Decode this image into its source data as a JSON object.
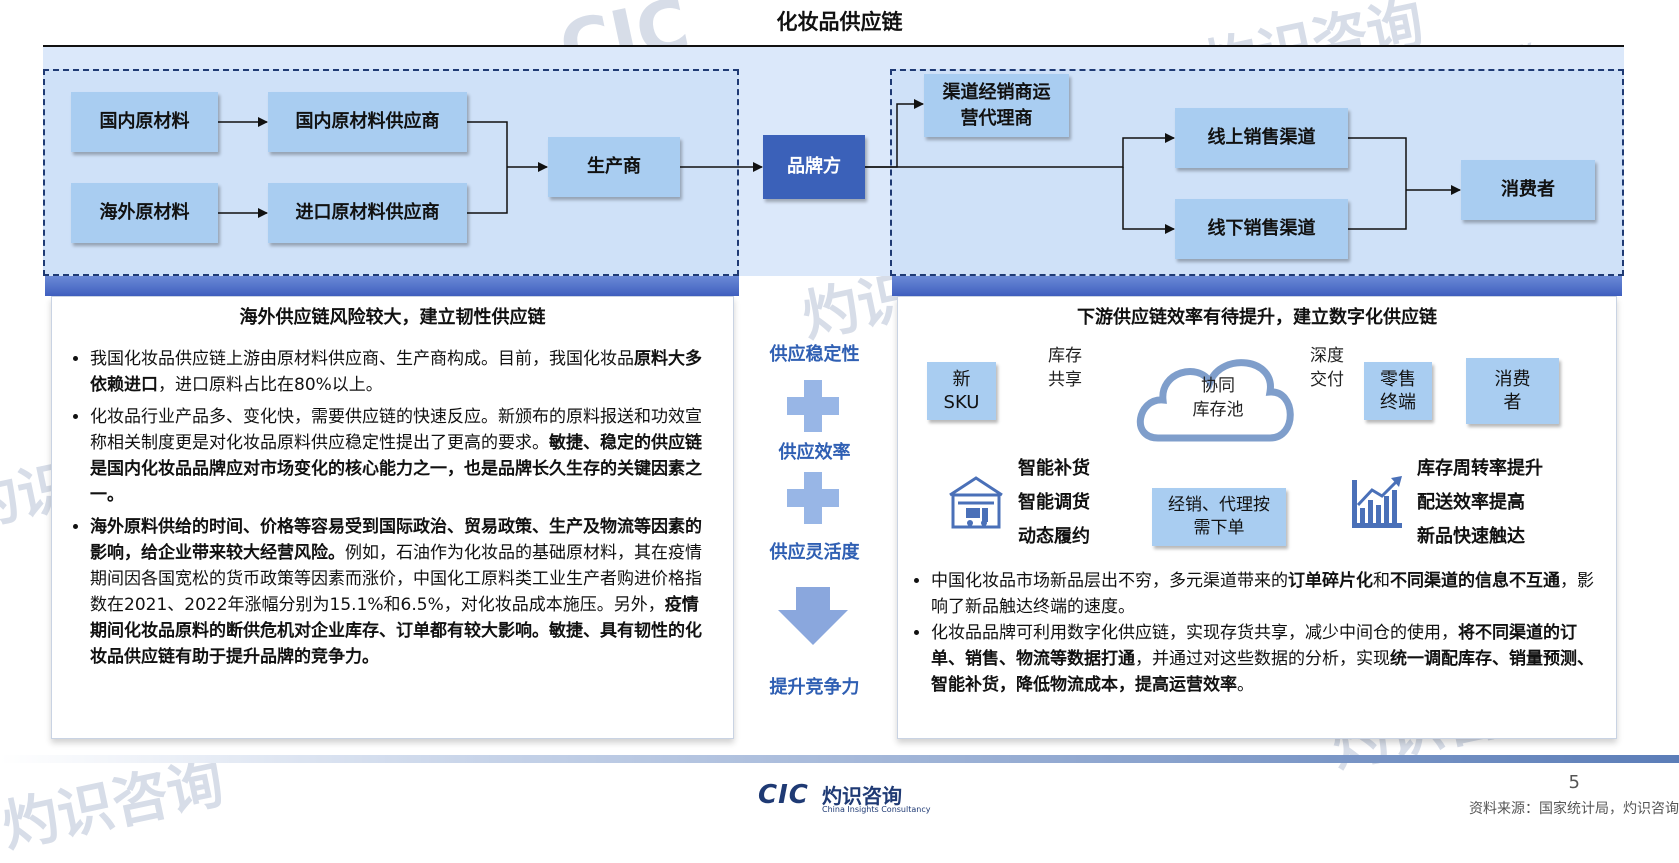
{
  "page": {
    "title": "化妆品供应链",
    "page_number": "5",
    "source": "资料来源：国家统计局，灼识咨询"
  },
  "watermark": {
    "cn": "灼识咨询",
    "en": "China Insights Consultancy",
    "mark": "CIC"
  },
  "logo": {
    "mark": "CIC",
    "cn": "灼识咨询",
    "en": "China Insights Consultancy"
  },
  "flow": {
    "domestic_raw": "国内原材料",
    "domestic_supplier": "国内原材料供应商",
    "overseas_raw": "海外原材料",
    "import_supplier": "进口原材料供应商",
    "manufacturer": "生产商",
    "brand": "品牌方",
    "distributor": "渠道经销商运营代理商",
    "online": "线上销售渠道",
    "offline": "线下销售渠道",
    "consumer": "消费者"
  },
  "left_card": {
    "title": "海外供应链风险较大，建立韧性供应链",
    "b1_a": "我国化妆品供应链上游由原材料供应商、生产商构成。目前，我国化妆品",
    "b1_b": "原料大多依赖进口",
    "b1_c": "，进口原料占比在80%以上。",
    "b2_a": "化妆品行业产品多、变化快，需要供应链的快速反应。新颁布的原料报送和功效宣称相关制度更是对化妆品原料供应稳定性提出了更高的要求。",
    "b2_b": "敏捷、稳定的供应链是国内化妆品品牌应对市场变化的核心能力之一，也是品牌长久生存的关键因素之一。",
    "b3_a": "海外原料供给的时间、价格等容易受到国际政治、贸易政策、生产及物流等因素的影响，给企业带来较大经营风险。",
    "b3_b": "例如，石油作为化妆品的基础原材料，其在疫情期间因各国宽松的货币政策等因素而涨价，中国化工原料类工业生产者购进价格指数在2021、2022年涨幅分别为15.1%和6.5%，对化妆品成本施压。另外，",
    "b3_c": "疫情期间化妆品原料的断供危机对企业库存、订单都有较大影响。敏捷、具有韧性的化妆品供应链有助于提升品牌的竞争力。"
  },
  "middle": {
    "a": "供应稳定性",
    "b": "供应效率",
    "c": "供应灵活度",
    "d": "提升竞争力"
  },
  "right_card": {
    "title": "下游供应链效率有待提升，建立数字化供应链",
    "new_sku_1": "新",
    "new_sku_2": "SKU",
    "share_1": "库存",
    "share_2": "共享",
    "pool_1": "协同",
    "pool_2": "库存池",
    "deliver_1": "深度",
    "deliver_2": "交付",
    "retail_1": "零售",
    "retail_2": "终端",
    "consumer_1": "消费",
    "consumer_2": "者",
    "order": "经销、代理按需下单",
    "smart": [
      "智能补货",
      "智能调货",
      "动态履约"
    ],
    "effects": [
      "库存周转率提升",
      "配送效率提高",
      "新品快速触达"
    ],
    "b1_a": "中国化妆品市场新品层出不穷，多元渠道带来的",
    "b1_b": "订单碎片化",
    "b1_c": "和",
    "b1_d": "不同渠道的信息不互通",
    "b1_e": "，影响了新品触达终端的速度。",
    "b2_a": "化妆品品牌可利用数字化供应链，实现存货共享，减少中间仓的使用，",
    "b2_b": "将不同渠道的订单、销售、物流等数据打通",
    "b2_c": "，并通过对这些数据的分析，实现",
    "b2_d": "统一调配库存、销量预测、智能补货，降低物流成本，提高运营效率",
    "b2_e": "。"
  },
  "colors": {
    "box": "#a9cdf1",
    "brand": "#3b61b9",
    "panel": "#cfe1f8",
    "accent": "#2f5fb3",
    "icon": "#4a70b8"
  }
}
